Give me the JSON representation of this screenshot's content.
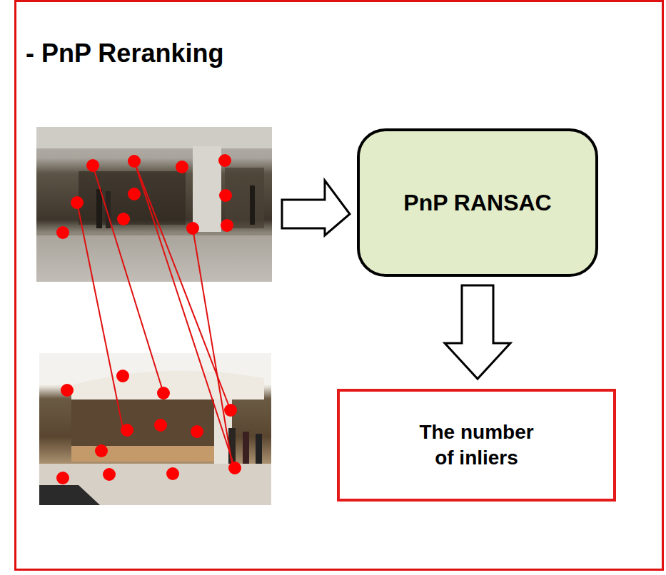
{
  "diagram": {
    "title": "- PnP Reranking",
    "nodes": [
      {
        "text": [
          "PnP RANSAC"
        ]
      },
      {
        "text": [
          "The number of inliers"
        ]
      }
    ],
    "edges": [
      {
        "from": 0,
        "to": 1,
        "arrow": "to"
      }
    ]
  }
}
